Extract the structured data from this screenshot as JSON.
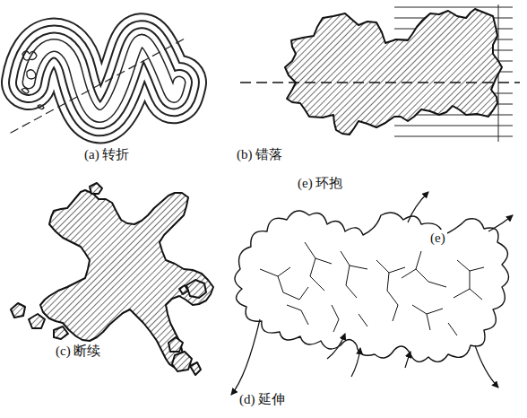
{
  "diagram": {
    "labels": [
      "(a) 转折",
      "(b) 错落",
      "(e) 环抱",
      "(c) 断续",
      "(e)",
      "(d) 延伸"
    ]
  }
}
